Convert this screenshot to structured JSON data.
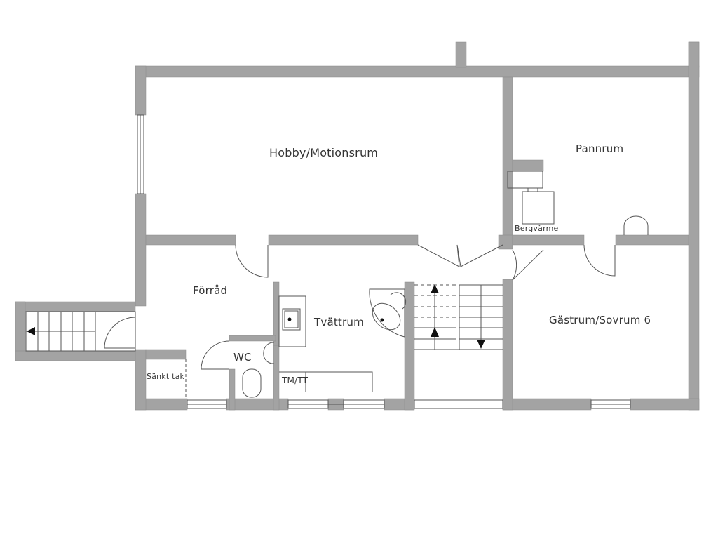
{
  "plan": {
    "wall_color": "#a3a3a3",
    "line_color": "#555555",
    "rooms": {
      "hobby": "Hobby/Motionsrum",
      "pannrum": "Pannrum",
      "bergvarme": "Bergvärme",
      "forrad": "Förråd",
      "tvattrum": "Tvättrum",
      "wc": "WC",
      "sankt_tak": "Sänkt tak",
      "tm_tt": "TM/TT",
      "gastrum": "Gästrum/Sovrum 6"
    }
  }
}
